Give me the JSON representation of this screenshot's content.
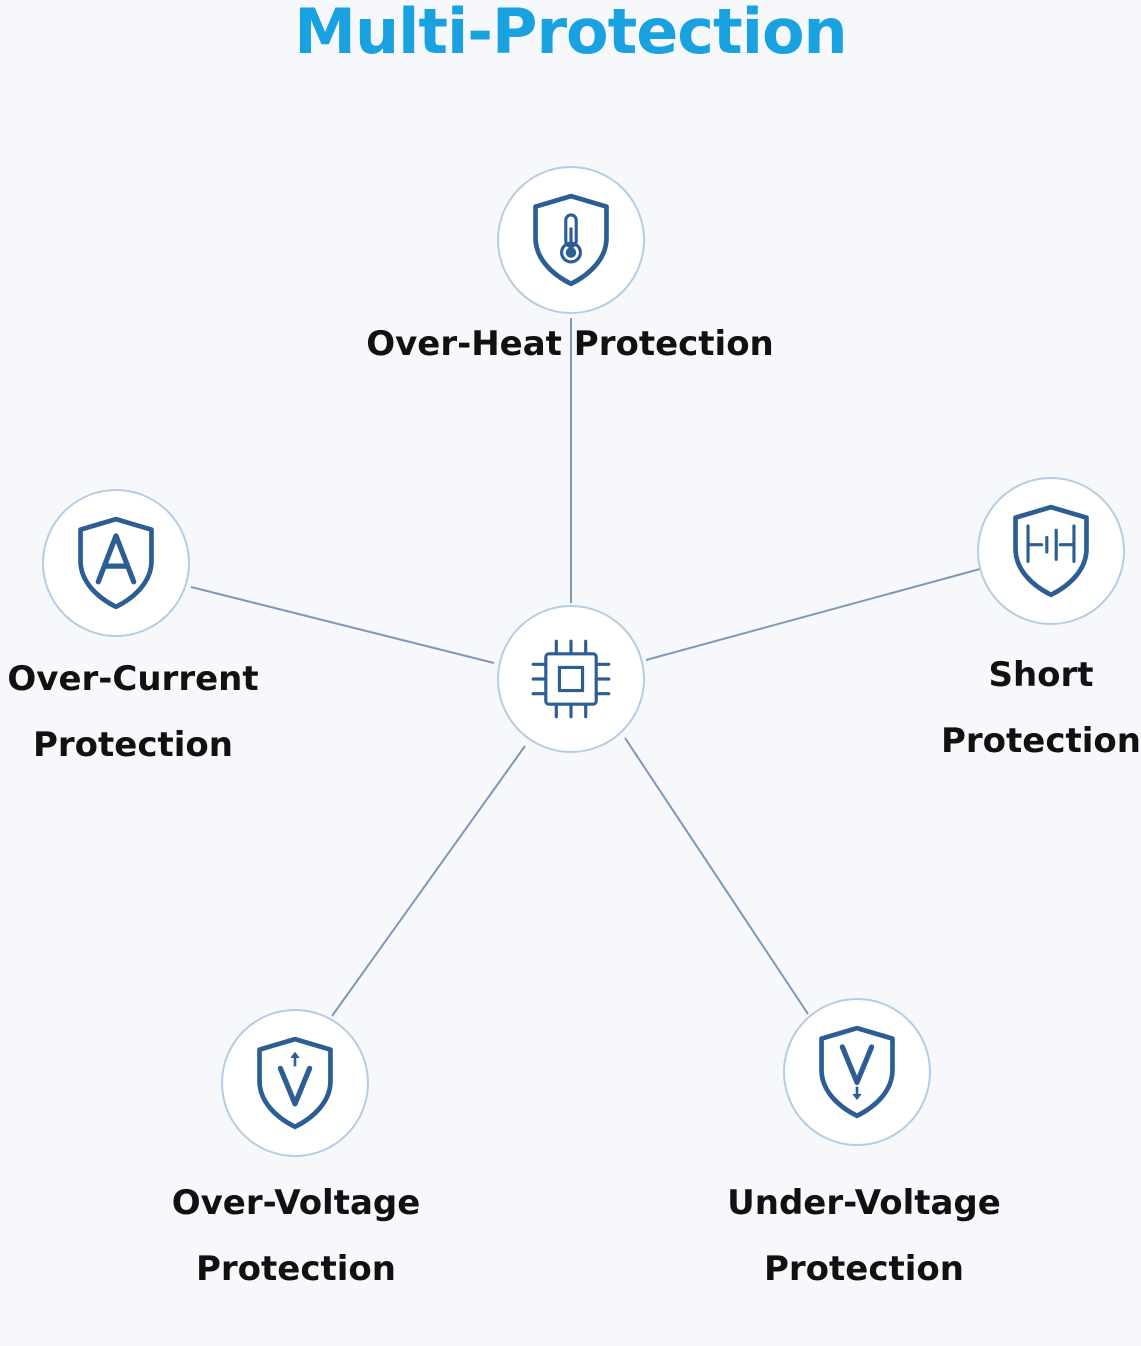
{
  "title": "Multi-Protection",
  "colors": {
    "title": "#1aa2e0",
    "icon": "#2c5d93",
    "connector": "#7f98b6",
    "node_border": "#b5cde4",
    "background": "#f6f8fc"
  },
  "center": {
    "icon": "chip-icon"
  },
  "protections": {
    "over_heat": {
      "icon": "thermometer-shield-icon",
      "lines": [
        "Over-Heat Protection"
      ]
    },
    "over_current": {
      "icon": "ampere-shield-icon",
      "lines": [
        "Over-Current",
        "Protection"
      ]
    },
    "short": {
      "icon": "short-circuit-shield-icon",
      "lines": [
        "Short",
        "Protection"
      ]
    },
    "over_voltage": {
      "icon": "voltage-up-shield-icon",
      "lines": [
        "Over-Voltage",
        "Protection"
      ]
    },
    "under_voltage": {
      "icon": "voltage-down-shield-icon",
      "lines": [
        "Under-Voltage",
        "Protection"
      ]
    }
  }
}
